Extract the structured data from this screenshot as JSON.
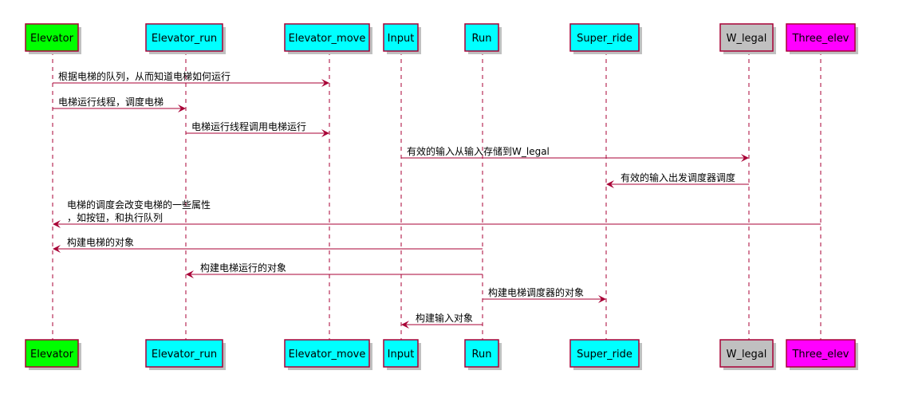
{
  "colors": {
    "lifeline": "#a80036",
    "arrow": "#a80036",
    "box_border": "#a80036",
    "shadow": "#c0c0c0"
  },
  "participants": [
    {
      "id": "elevator",
      "label": "Elevator",
      "fill": "#00ff00"
    },
    {
      "id": "elevator-run",
      "label": "Elevator_run",
      "fill": "#00ffff"
    },
    {
      "id": "elevator-move",
      "label": "Elevator_move",
      "fill": "#00ffff"
    },
    {
      "id": "input",
      "label": "Input",
      "fill": "#00ffff"
    },
    {
      "id": "run",
      "label": "Run",
      "fill": "#00ffff"
    },
    {
      "id": "super-ride",
      "label": "Super_ride",
      "fill": "#00ffff"
    },
    {
      "id": "w-legal",
      "label": "W_legal",
      "fill": "#c0c0c0"
    },
    {
      "id": "three-elev",
      "label": "Three_elev",
      "fill": "#ff00ff"
    }
  ],
  "messages": [
    {
      "from": "elevator",
      "to": "elevator-move",
      "lines": [
        "根据电梯的队列，从而知道电梯如何运行"
      ]
    },
    {
      "from": "elevator",
      "to": "elevator-run",
      "lines": [
        "电梯运行线程，调度电梯"
      ]
    },
    {
      "from": "elevator-run",
      "to": "elevator-move",
      "lines": [
        "电梯运行线程调用电梯运行"
      ]
    },
    {
      "from": "input",
      "to": "w-legal",
      "lines": [
        "有效的输入从输入存储到W_legal"
      ]
    },
    {
      "from": "w-legal",
      "to": "super-ride",
      "lines": [
        "有效的输入出发调度器调度"
      ]
    },
    {
      "from": "three-elev",
      "to": "elevator",
      "lines": [
        "电梯的调度会改变电梯的一些属性",
        "，如按钮，和执行队列"
      ]
    },
    {
      "from": "run",
      "to": "elevator",
      "lines": [
        "构建电梯的对象"
      ]
    },
    {
      "from": "run",
      "to": "elevator-run",
      "lines": [
        "构建电梯运行的对象"
      ]
    },
    {
      "from": "run",
      "to": "super-ride",
      "lines": [
        "构建电梯调度器的对象"
      ]
    },
    {
      "from": "run",
      "to": "input",
      "lines": [
        "构建输入对象"
      ]
    }
  ]
}
